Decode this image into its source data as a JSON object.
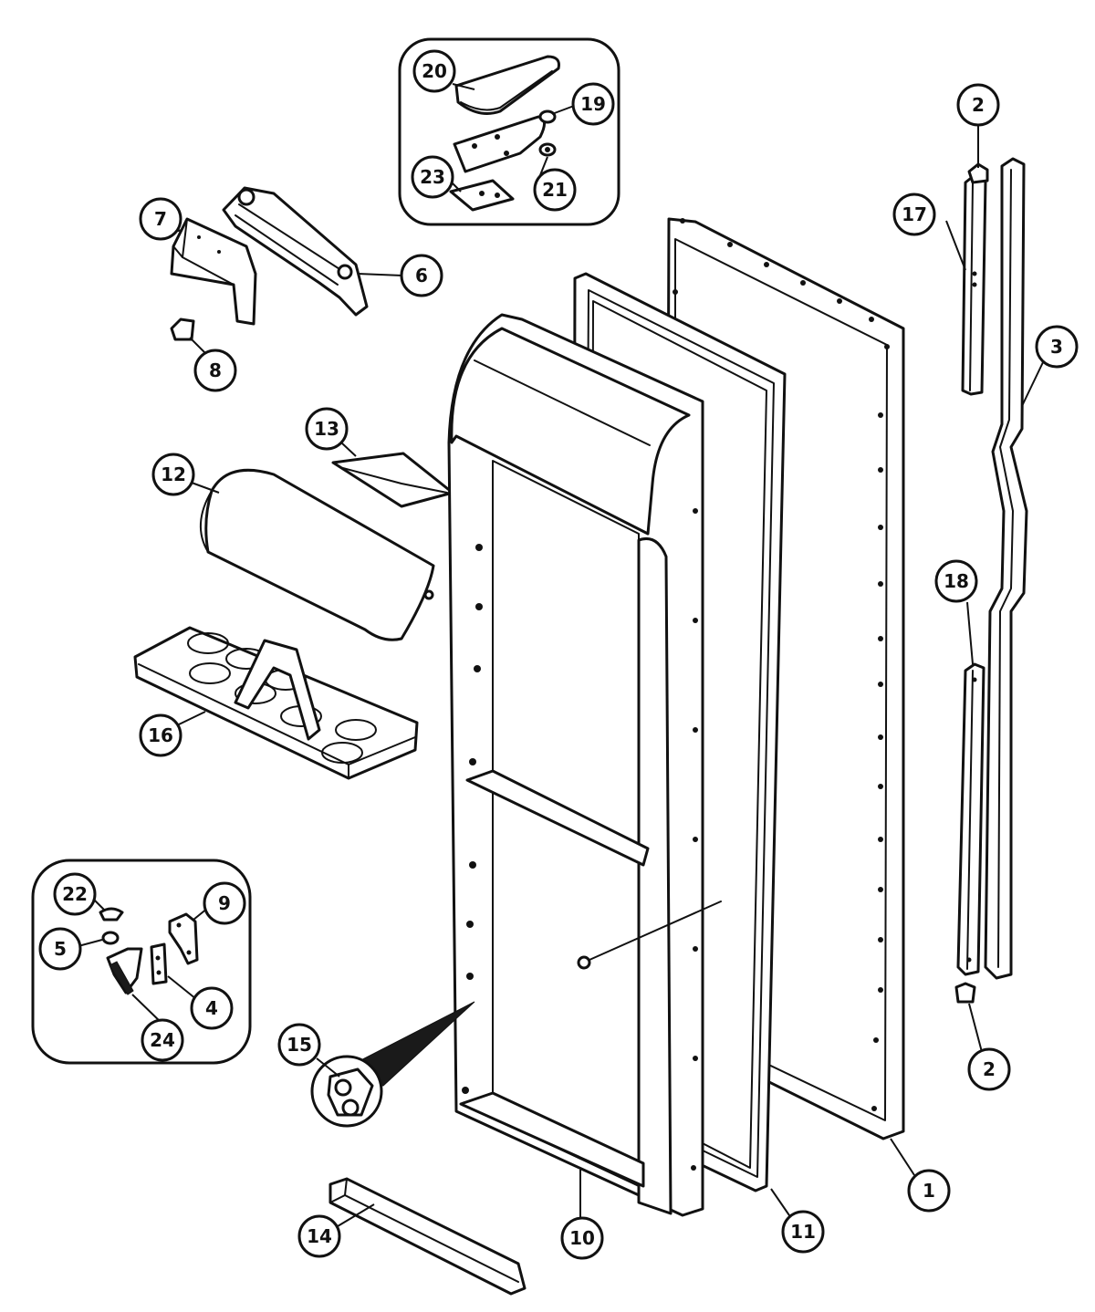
{
  "callouts": [
    {
      "id": "1",
      "label": "1"
    },
    {
      "id": "2a",
      "label": "2"
    },
    {
      "id": "2b",
      "label": "2"
    },
    {
      "id": "3",
      "label": "3"
    },
    {
      "id": "4",
      "label": "4"
    },
    {
      "id": "5",
      "label": "5"
    },
    {
      "id": "6",
      "label": "6"
    },
    {
      "id": "7",
      "label": "7"
    },
    {
      "id": "8",
      "label": "8"
    },
    {
      "id": "9",
      "label": "9"
    },
    {
      "id": "10",
      "label": "10"
    },
    {
      "id": "11",
      "label": "11"
    },
    {
      "id": "12",
      "label": "12"
    },
    {
      "id": "13",
      "label": "13"
    },
    {
      "id": "14",
      "label": "14"
    },
    {
      "id": "15",
      "label": "15"
    },
    {
      "id": "16",
      "label": "16"
    },
    {
      "id": "17",
      "label": "17"
    },
    {
      "id": "18",
      "label": "18"
    },
    {
      "id": "19",
      "label": "19"
    },
    {
      "id": "20",
      "label": "20"
    },
    {
      "id": "21",
      "label": "21"
    },
    {
      "id": "22",
      "label": "22"
    },
    {
      "id": "23",
      "label": "23"
    },
    {
      "id": "24",
      "label": "24"
    }
  ],
  "colors": {
    "ink": "#111111",
    "paper": "#ffffff"
  }
}
